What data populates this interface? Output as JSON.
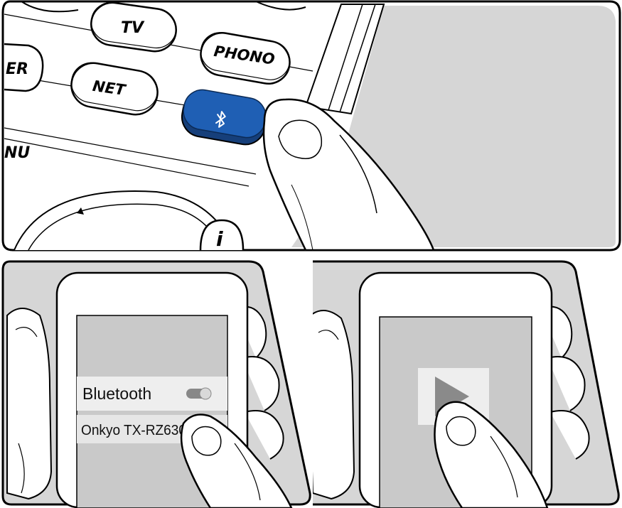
{
  "remote": {
    "buttons": {
      "tv": "TV",
      "phono": "PHONO",
      "net": "NET",
      "tuner_partial": "ER",
      "menu_partial": "NU",
      "info": "i"
    },
    "bluetooth_button_color": "#1f5fb4",
    "bluetooth_icon": "bluetooth-icon"
  },
  "phone_left": {
    "setting_label": "Bluetooth",
    "toggle_state": "on",
    "device_name": "Onkyo TX-RZ630"
  },
  "phone_right": {
    "media_control_icon": "play-icon"
  },
  "colors": {
    "panel_bg": "#d6d6d6",
    "outline": "#000000",
    "screen": "#c9c9c9",
    "list_row": "#eeeeee"
  }
}
